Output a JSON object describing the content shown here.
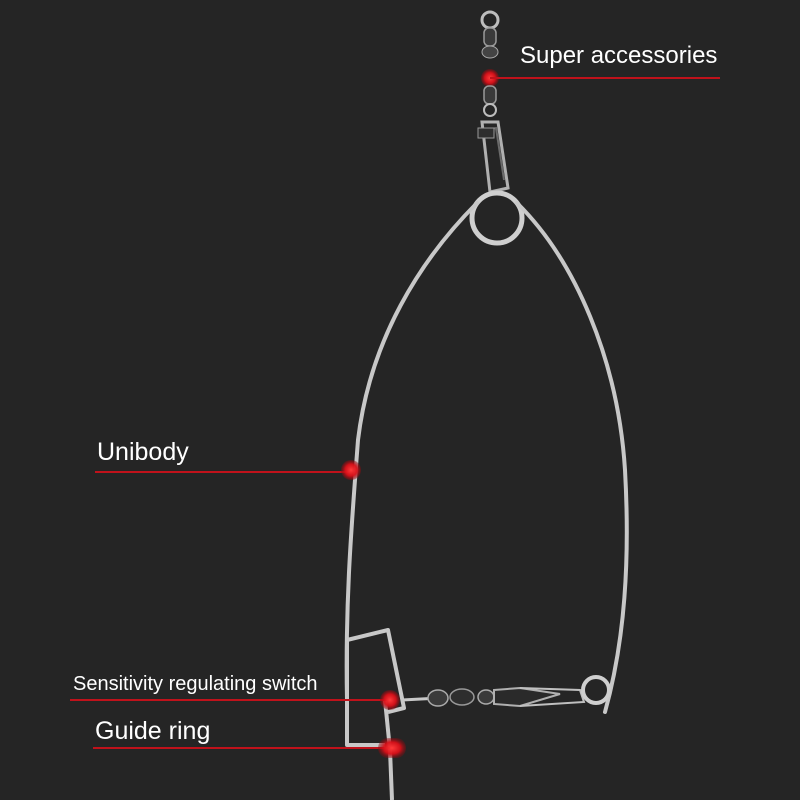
{
  "callouts": {
    "super_accessories": "Super accessories",
    "unibody": "Unibody",
    "sensitivity_switch": "Sensitivity regulating switch",
    "guide_ring": "Guide ring"
  },
  "colors": {
    "background": "#252525",
    "leader_line": "#c0121b",
    "marker": "#e0101a",
    "wire": "#c9c9c9",
    "label_text": "#ffffff"
  }
}
